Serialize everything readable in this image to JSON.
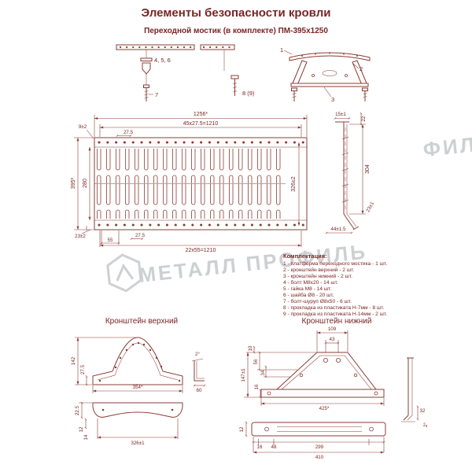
{
  "header": {
    "title": "Элементы безопасности кровли",
    "subtitle": "Переходной мостик (в комплекте) ПМ-395х1250"
  },
  "watermark": {
    "text": "МЕТАЛЛ ПРОФИЛЬ",
    "partial": "ФИЛЬ"
  },
  "colors": {
    "line": "#8a3c34",
    "text": "#7b2424",
    "watermark": "#c5c8ca",
    "background": "#ffffff"
  },
  "exploded_view": {
    "callout_fasteners": "4, 5, 6",
    "callout_screw": "7",
    "callout_gasket": "8 (9)"
  },
  "section_view": {
    "callout_platform": "1",
    "callout_upper_bracket": "2",
    "callout_lower_bracket": "3"
  },
  "plan_view": {
    "dim_total_width": "1256*",
    "dim_hole_pitch": "45х27.5=1210",
    "dim_hole_spacing": "27.5",
    "dim_edge_offset": "9±2",
    "dim_total_height": "395*",
    "dim_inner_height": "280",
    "dim_mount_height": "326±2",
    "dim_bottom_offset": "23±2",
    "dim_slot_width": "55",
    "dim_slot_offset": "27.5",
    "dim_slot_pitch": "22х55=1210"
  },
  "profile_view": {
    "dim_flange": "15±1",
    "dim_top": "22",
    "dim_height": "304",
    "dim_bend": "23±1",
    "dim_foot": "44±1.5"
  },
  "parts_list": {
    "title": "Комплектация:",
    "items": [
      "1 - платформа переходного мостика - 1 шт.",
      "2 - кронштейн верхний - 2 шт.",
      "3 - кронштейн нижний - 2 шт.",
      "4 - болт М8х20 - 14 шт.",
      "5 - гайка М8 - 14 шт.",
      "6 - шайба Ø8 - 20 шт.",
      "7 - болт-шуруп Ø8х50 - 6 шт.",
      "8 - прокладка из пластиката Н-7мм - 8 шт.",
      "9 - прокладка из пластиката Н-14мм - 2 шт."
    ]
  },
  "upper_bracket": {
    "title": "Кронштейн верхний",
    "dim_height": "142",
    "dim_base": "27.5",
    "dim_width": "354*",
    "dim_angle": "2°",
    "dim_60": "60",
    "dim_225": "22.5",
    "dim_12": "12",
    "dim_14": "14",
    "dim_mount_width": "326±1"
  },
  "lower_bracket": {
    "title": "Кронштейн нижний",
    "dim_109": "109",
    "dim_43": "43",
    "dim_10": "10",
    "dim_56": "56",
    "dim_34": "34",
    "dim_147": "147±1",
    "dim_16_side": "16",
    "dim_width": "425*",
    "dim_32": "32",
    "dim_angle": "2°",
    "dim_12": "12",
    "dim_16": "16",
    "dim_48": "48",
    "dim_299": "299",
    "dim_410": "410"
  }
}
